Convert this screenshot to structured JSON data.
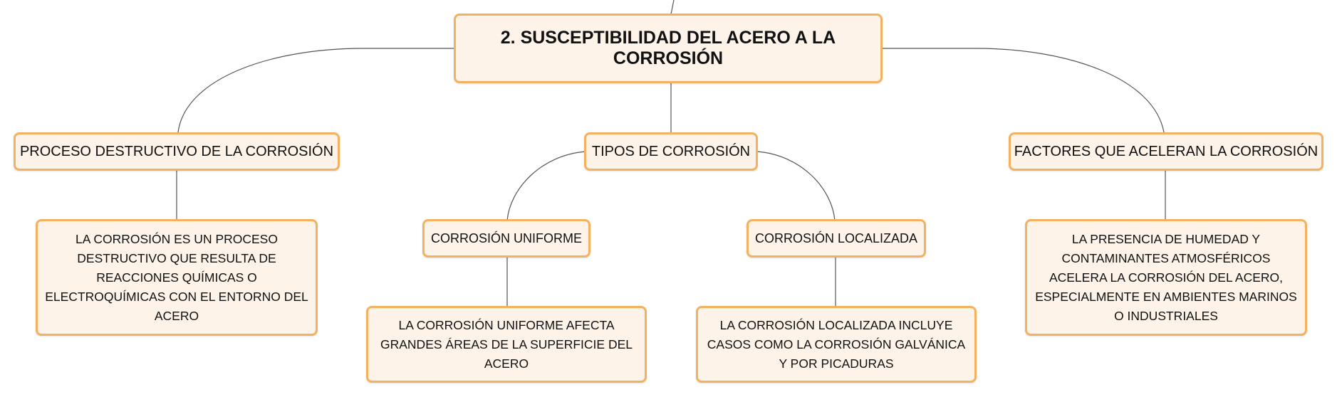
{
  "map": {
    "root": {
      "label": "2. SUSCEPTIBILIDAD DEL ACERO A LA CORROSIÓN"
    },
    "branches": {
      "proceso": {
        "label": "PROCESO DESTRUCTIVO DE LA CORROSIÓN",
        "detail": "LA CORROSIÓN ES UN PROCESO DESTRUCTIVO QUE RESULTA DE REACCIONES QUÍMICAS O ELECTROQUÍMICAS CON EL ENTORNO DEL ACERO"
      },
      "tipos": {
        "label": "TIPOS DE CORROSIÓN",
        "uniforme": {
          "label": "CORROSIÓN UNIFORME",
          "detail": "LA CORROSIÓN UNIFORME AFECTA GRANDES ÁREAS DE LA SUPERFICIE DEL ACERO"
        },
        "localizada": {
          "label": "CORROSIÓN LOCALIZADA",
          "detail": "LA CORROSIÓN LOCALIZADA INCLUYE CASOS COMO LA CORROSIÓN GALVÁNICA Y POR PICADURAS"
        }
      },
      "factores": {
        "label": "FACTORES QUE ACELERAN LA CORROSIÓN",
        "detail": "LA PRESENCIA DE HUMEDAD Y CONTAMINANTES ATMOSFÉRICOS ACELERA LA CORROSIÓN DEL ACERO, ESPECIALMENTE EN AMBIENTES MARINOS O INDUSTRIALES"
      }
    }
  },
  "colors": {
    "node_fill": "#fdf3e9",
    "node_border": "#f4b15f",
    "connector": "#555555",
    "text": "#111111"
  }
}
